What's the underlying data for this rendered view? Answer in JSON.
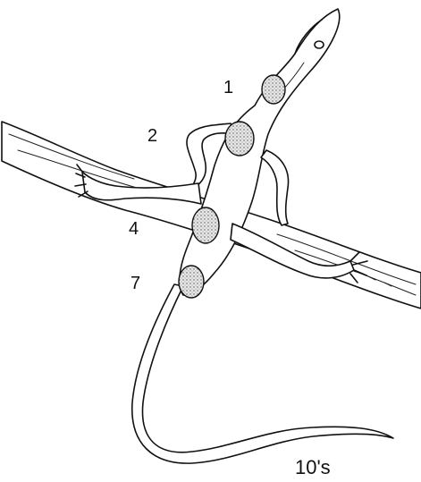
{
  "labels": {
    "l1": "1",
    "l2": "2",
    "l4": "4",
    "l7": "7",
    "l10": "10's"
  },
  "colors": {
    "ink": "#111111",
    "stipple": "#9a9a9a",
    "background": "#ffffff"
  }
}
